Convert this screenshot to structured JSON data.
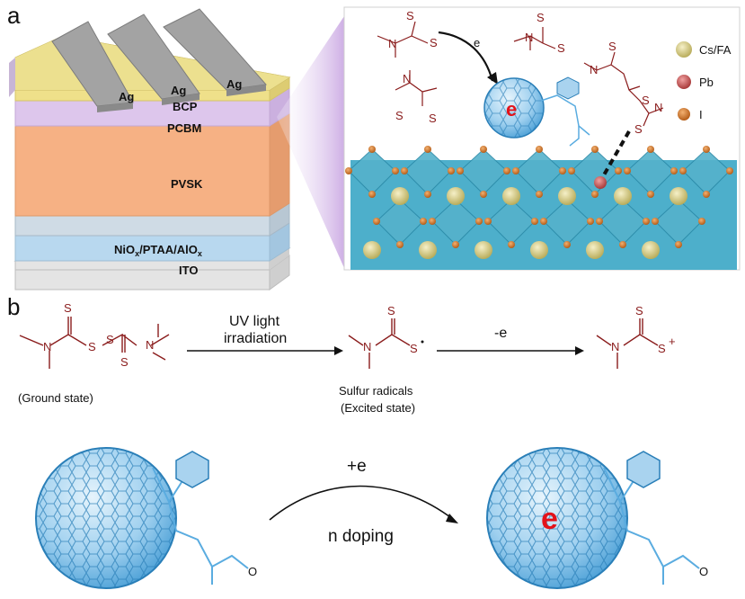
{
  "panel_a": {
    "letter": "a",
    "device_layers": {
      "electrode": "Ag",
      "bcp": "BCP",
      "pcbm": "PCBM",
      "pvsk": "PVSK",
      "htl_main": "NiO",
      "htl_sub": "x",
      "htl_mid": "/PTAA/AlO",
      "htl_sub2": "x",
      "ito": "ITO"
    },
    "electron_label": "e",
    "fullerene_e": "e",
    "legend": {
      "cs_fa": "Cs/FA",
      "pb": "Pb",
      "i": "I"
    },
    "colors": {
      "ag": "#9c9c9c",
      "bcp": "#efe08a",
      "pcbm": "#ddc6ec",
      "pvsk": "#f6b184",
      "htl": "#b8d8ef",
      "ito": "#e4e4e4",
      "cs_fa": "#d6cc86",
      "pb": "#c0504f",
      "i": "#d0742a",
      "octahedra": "#5fb6cf",
      "fullerene": "#5aace0"
    }
  },
  "panel_b": {
    "letter": "b",
    "ground_state": "(Ground state)",
    "step1_line1": "UV light",
    "step1_line2": "irradiation",
    "radical_line1": "Sulfur radicals",
    "radical_line2": "(Excited state)",
    "step2": "-e",
    "plus_e": "+e",
    "n_doping": "n doping",
    "fullerene_e": "e",
    "atoms": {
      "s": "S",
      "n": "N",
      "o": "O",
      "plus": "+"
    }
  }
}
